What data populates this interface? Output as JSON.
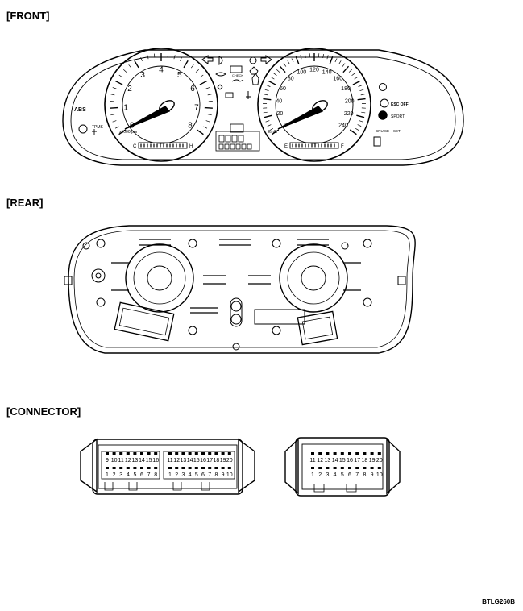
{
  "labels": {
    "front": "[FRONT]",
    "rear": "[REAR]",
    "connector": "[CONNECTOR]",
    "figure_code": "BTLG260B"
  },
  "tachometer": {
    "ticks": [
      "0",
      "1",
      "2",
      "3",
      "4",
      "5",
      "6",
      "7",
      "8"
    ],
    "unit": "x1000rpm"
  },
  "speedometer": {
    "ticks": [
      "0",
      "20",
      "40",
      "60",
      "80",
      "100",
      "120",
      "140",
      "160",
      "180",
      "200",
      "220",
      "240"
    ],
    "unit": "km/h"
  },
  "indicators": {
    "abs": "ABS",
    "tpms": "TPMS",
    "esc_off": "ESC OFF",
    "sport": "SPORT",
    "cruise": "CRUISE",
    "set": "SET",
    "check": "CHECK",
    "fuel_e": "E",
    "fuel_f": "F",
    "temp_c": "C",
    "temp_h": "H"
  },
  "connector_left": {
    "top_row": [
      "9",
      "10",
      "11",
      "12",
      "13",
      "14",
      "15",
      "16",
      "11",
      "12",
      "13",
      "14",
      "15",
      "16",
      "17",
      "18",
      "19",
      "20"
    ],
    "bottom_row": [
      "1",
      "2",
      "3",
      "4",
      "5",
      "6",
      "7",
      "8",
      "1",
      "2",
      "3",
      "4",
      "5",
      "6",
      "7",
      "8",
      "9",
      "10"
    ]
  },
  "connector_right": {
    "top_row": [
      "11",
      "12",
      "13",
      "14",
      "15",
      "16",
      "17",
      "18",
      "19",
      "20"
    ],
    "bottom_row": [
      "1",
      "2",
      "3",
      "4",
      "5",
      "6",
      "7",
      "8",
      "9",
      "10"
    ]
  }
}
